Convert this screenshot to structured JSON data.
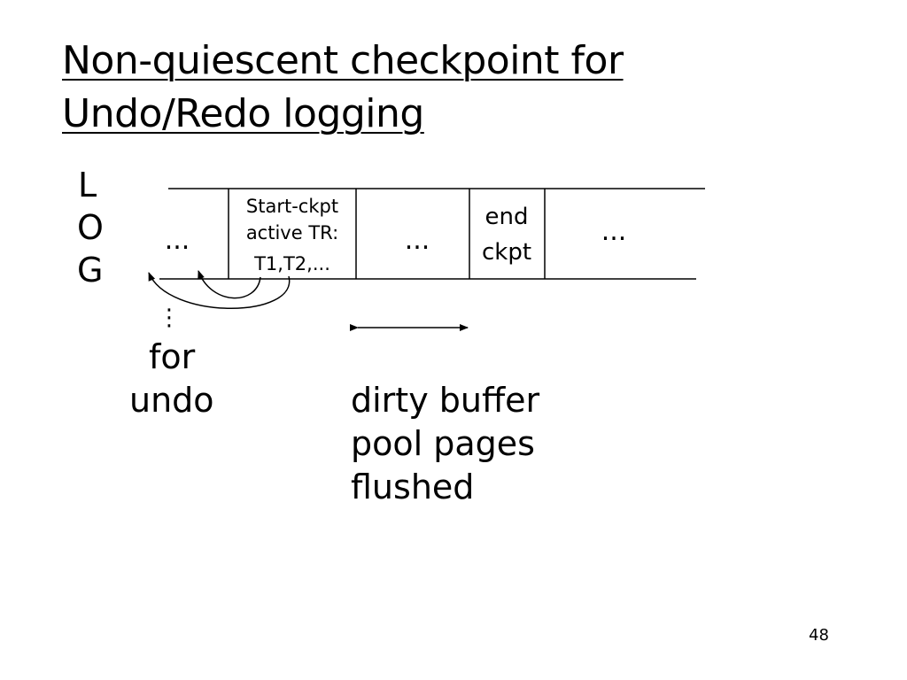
{
  "slide": {
    "title_line1": "Non-quiescent checkpoint for",
    "title_line2": "Undo/Redo logging",
    "page_number": "48"
  },
  "log_label": {
    "letters": [
      "L",
      "O",
      "G"
    ]
  },
  "log_cells": {
    "cell1": "...",
    "start_ckpt_line1": "Start-ckpt",
    "start_ckpt_line2": "active TR:",
    "start_ckpt_line3": "T1,T2,...",
    "cell3": "...",
    "end_ckpt_line1": "end",
    "end_ckpt_line2": "ckpt",
    "cell5": "..."
  },
  "annotations": {
    "dots": "⋮",
    "for_undo_line1": "for",
    "for_undo_line2": "undo",
    "dirty_line1": "dirty buffer",
    "dirty_line2": "pool pages",
    "dirty_line3": "flushed"
  }
}
